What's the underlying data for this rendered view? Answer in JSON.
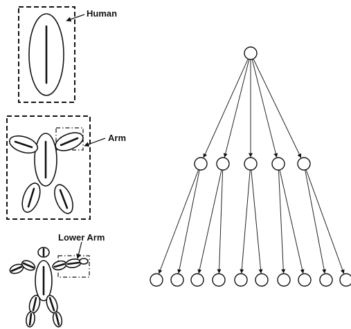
{
  "labels": {
    "human": "Human",
    "arm": "Arm",
    "lower_arm": "Lower Arm"
  },
  "tree": {
    "levels": [
      1,
      5,
      10
    ]
  },
  "colors": {
    "ink": "#111111",
    "background": "#ffffff"
  }
}
